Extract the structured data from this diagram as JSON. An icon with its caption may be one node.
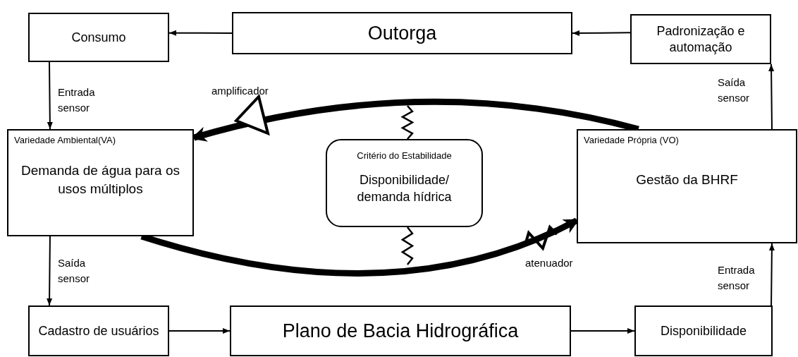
{
  "diagram": {
    "nodes": [
      {
        "text": [
          "Consumo"
        ]
      },
      {
        "text": [
          "Outorga"
        ]
      },
      {
        "text": [
          "Padronização e automação"
        ]
      },
      {
        "text": [
          "Variedade Ambiental(VA)",
          "Demanda de água para os usos múltiplos"
        ]
      },
      {
        "text": [
          "Critério do Estabilidade",
          "Disponibilidade/ demanda hídrica"
        ]
      },
      {
        "text": [
          "Variedade Própria (VO)",
          "Gestão da BHRF"
        ]
      },
      {
        "text": [
          "Cadastro de usuários"
        ]
      },
      {
        "text": [
          "Plano de Bacia Hidrográfica"
        ]
      },
      {
        "text": [
          "Disponibilidade"
        ]
      }
    ],
    "edges": [
      {
        "from": 1,
        "to": 0,
        "arrow": "to"
      },
      {
        "from": 2,
        "to": 1,
        "arrow": "to"
      },
      {
        "from": 0,
        "to": 3,
        "arrow": "to",
        "label": "Entrada sensor"
      },
      {
        "from": 5,
        "to": 2,
        "arrow": "to",
        "label": "Saída sensor"
      },
      {
        "from": 5,
        "to": 3,
        "arrow": "to",
        "style": "thick",
        "label": "amplificador"
      },
      {
        "from": 3,
        "to": 5,
        "arrow": "to",
        "style": "thick",
        "label": "atenuador"
      },
      {
        "from": 3,
        "to": 6,
        "arrow": "to",
        "label": "Saída sensor"
      },
      {
        "from": 6,
        "to": 7,
        "arrow": "to"
      },
      {
        "from": 7,
        "to": 8,
        "arrow": "to"
      },
      {
        "from": 8,
        "to": 5,
        "arrow": "to",
        "label": "Entrada sensor"
      },
      {
        "from": 4,
        "to": null,
        "arrow": "none"
      },
      {
        "from": 4,
        "to": null,
        "arrow": "none"
      }
    ]
  }
}
